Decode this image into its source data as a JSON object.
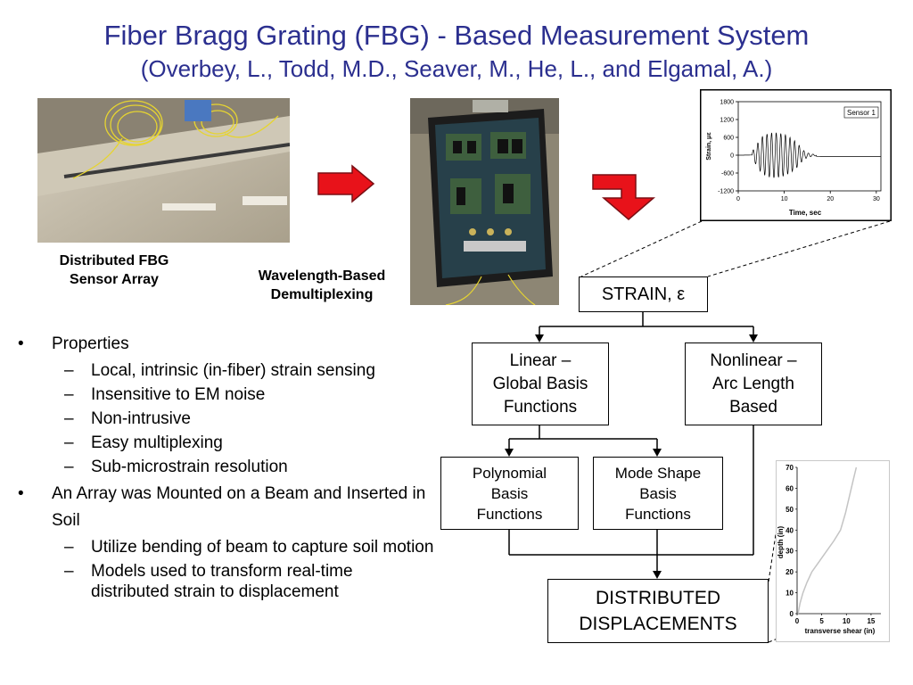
{
  "title": "Fiber Bragg Grating (FBG) - Based Measurement System",
  "subtitle": "(Overbey, L., Todd, M.D., Seaver, M., He, L., and Elgamal, A.)",
  "captions": {
    "sensor_array": [
      "Distributed FBG",
      "Sensor Array"
    ],
    "demux": [
      "Wavelength-Based",
      "Demultiplexing"
    ]
  },
  "flow": {
    "strain": "STRAIN, ε",
    "linear": [
      "Linear –",
      "Global Basis",
      "Functions"
    ],
    "nonlinear": [
      "Nonlinear –",
      "Arc Length",
      "Based"
    ],
    "polynomial": [
      "Polynomial",
      "Basis",
      "Functions"
    ],
    "mode_shape": [
      "Mode Shape",
      "Basis",
      "Functions"
    ],
    "displacements": [
      "DISTRIBUTED",
      "DISPLACEMENTS"
    ]
  },
  "bullets": [
    {
      "text": "Properties",
      "subs": [
        "Local, intrinsic (in-fiber) strain sensing",
        "Insensitive to EM noise",
        "Non-intrusive",
        "Easy multiplexing",
        "Sub-microstrain resolution"
      ]
    },
    {
      "text": "An Array was Mounted on a Beam and Inserted in Soil",
      "subs": [
        "Utilize bending of beam to capture soil motion",
        "Models used to transform real-time distributed strain to displacement"
      ]
    }
  ],
  "arrow_color": "#e8121a",
  "title_color": "#2b2f8f",
  "chart_data": [
    {
      "type": "line",
      "title": "",
      "xlabel": "Time, sec",
      "ylabel": "Strain, με",
      "xlim": [
        0,
        31
      ],
      "ylim": [
        -1200,
        1800
      ],
      "xticks": [
        0,
        10,
        20,
        30
      ],
      "yticks": [
        1800,
        1200,
        600,
        0,
        -600,
        -1200
      ],
      "legend": "top-right",
      "series": [
        {
          "name": "Sensor 1",
          "x": [
            0,
            1,
            2,
            3,
            4,
            5,
            6,
            7,
            8,
            9,
            10,
            11,
            12,
            13,
            14,
            15,
            16,
            17,
            18,
            19,
            20,
            22,
            24,
            26,
            28,
            30,
            31
          ],
          "y": [
            0,
            20,
            60,
            120,
            350,
            600,
            700,
            750,
            760,
            740,
            700,
            620,
            520,
            380,
            180,
            80,
            40,
            20,
            -20,
            -30,
            -40,
            -40,
            -40,
            -40,
            -40,
            -40,
            -40
          ],
          "amp_envelope": true
        }
      ]
    },
    {
      "type": "line",
      "title": "",
      "xlabel": "transverse shear (in)",
      "ylabel": "depth (in)",
      "xlim": [
        0,
        17
      ],
      "ylim": [
        0,
        70
      ],
      "xticks": [
        0,
        5,
        10,
        15
      ],
      "yticks": [
        0,
        10,
        20,
        30,
        40,
        50,
        60,
        70
      ],
      "series": [
        {
          "name": "",
          "x": [
            0.2,
            0.6,
            1.2,
            2.0,
            3.0,
            4.5,
            6.0,
            7.5,
            8.8,
            9.8,
            10.6,
            11.4,
            12.0
          ],
          "y": [
            0,
            5,
            10,
            15,
            20,
            25,
            30,
            35,
            40,
            48,
            56,
            64,
            70
          ]
        }
      ]
    }
  ]
}
